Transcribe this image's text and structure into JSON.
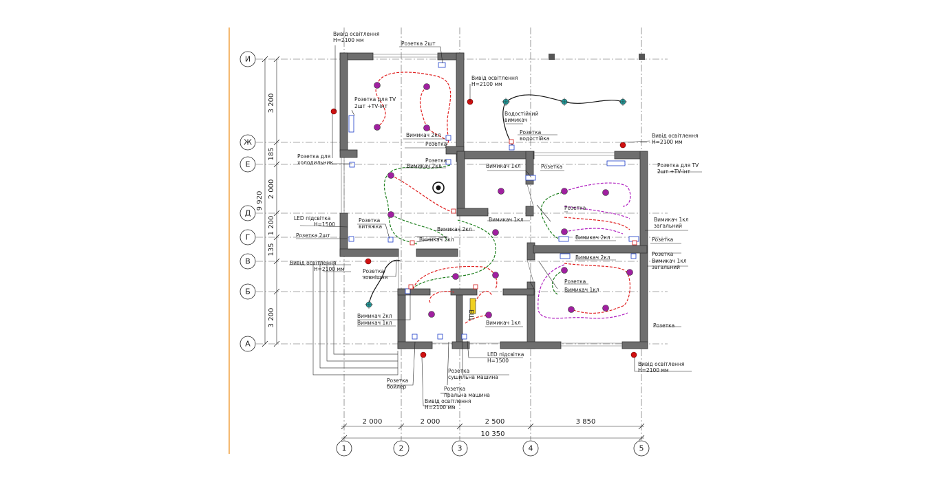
{
  "axes_rows": [
    "И",
    "Ж",
    "Е",
    "Д",
    "Г",
    "В",
    "Б",
    "А"
  ],
  "axes_cols": [
    "1",
    "2",
    "3",
    "4",
    "5"
  ],
  "dims_horizontal": [
    "2 000",
    "2 000",
    "2 500",
    "3 850"
  ],
  "dim_total_horizontal": "10 350",
  "dims_vertical": [
    "3 200",
    "185",
    "2 000",
    "1 200",
    "135",
    "3 200"
  ],
  "dim_total_vertical": "9 920",
  "labels": {
    "vyvid_top": [
      "Вивід освітлення",
      "H=2100 мм"
    ],
    "rozetka_2sht_top": "Розетка 2шт",
    "rozetka_tv_left": [
      "Розетка для TV",
      "2шт +TV-інт"
    ],
    "vyvid_mid": [
      "Вивід освітлення",
      "H=2100 мм"
    ],
    "vymykach_2kl_a": "Вимикач 2кл",
    "rozetka_a": "Розетка",
    "vodostiikyi": [
      "Водостійкий",
      "вимикач"
    ],
    "rozetka_vodostiika": [
      "Розетка",
      "водостійка"
    ],
    "vyvid_right": [
      "Вивід освітлення",
      "H=2100 мм"
    ],
    "rozetka_tv_right": [
      "Розетка для TV",
      "2шт +TV-інт"
    ],
    "rozetka_dlya_holodylnyka": [
      "Розетка для",
      "холодильник"
    ],
    "rozetka_b": "Розетка",
    "vymykach_2kl_b": "Вимикач 2кл",
    "vymykach_1kl_a": "Вимикач 1кл",
    "rozetka_c": "Розетка",
    "led_left": [
      "LED підсвітка",
      "H=1500"
    ],
    "rozetka_vytyazhka": [
      "Розетка",
      "витяжка"
    ],
    "rozetka_2sht_left": "Розетка 2шт",
    "vymykach_2kl_c": "Вимикач 2кл",
    "vymykach_1kl_b": "Вимикач 1кл",
    "vymykach_2kl_d": "Вимикач 2кл",
    "rozetka_d": "Розетка",
    "vymykach_1kl_zahalnyi_a": [
      "Вимикач 1кл",
      "загальний"
    ],
    "vymykach_2kl_e": "Вимикач 2кл",
    "rozetka_e": "Розетка",
    "vyvid_left2": [
      "Вивід освітлення",
      "H=2100 мм"
    ],
    "rozetka_zovnishnia": [
      "Розетка",
      "зовнішня"
    ],
    "vymykach_2kl_f": "Вимикач 2кл",
    "vymykach_2kl_g": "Вимикач 2кл",
    "rozetka_f": "Розетка",
    "vymykach_1kl_zahalnyi_b": [
      "Вимикач 1кл",
      "загальний"
    ],
    "rozetka_g": "Розетка",
    "vymykach_1kl_c": "Вимикач 1кл",
    "vymykach_2kl_h": "Вимикач 2кл",
    "vymykach_1kl_d": "Вимикач 1кл",
    "vymykach_1kl_e": "Вимикач 1кл",
    "rozetka_h": "Розетка",
    "eshch": "ЕЩ",
    "led_bottom": [
      "LED підсвітка",
      "H=1500"
    ],
    "rozetka_bojler": [
      "Розетка",
      "бойлер"
    ],
    "rozetka_sushka": [
      "Розетка",
      "сушильна машина"
    ],
    "rozetka_pralna": [
      "Розетка",
      "пральна машина"
    ],
    "vyvid_bottom": [
      "Вивід освітлення",
      "H=2100 мм"
    ],
    "vyvid_bottom_right": [
      "Вивід освітлення",
      "H=2100 мм"
    ]
  },
  "colors": {
    "wall": "#6e6e6e",
    "lamp": "#a020a0",
    "outdoor_lamp": "#d01010",
    "cyan_lamp": "#20a0a0",
    "wire_red": "#e02020",
    "wire_green": "#208020",
    "wire_purple": "#b020c0",
    "wire_black": "#111111",
    "margin_line": "#f0a040",
    "socket": "#1a3ac8"
  }
}
